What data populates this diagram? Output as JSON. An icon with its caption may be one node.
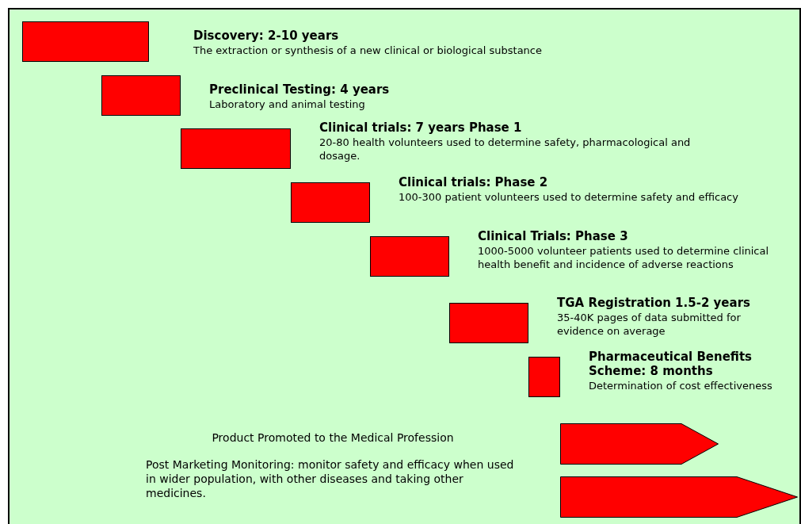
{
  "diagram": {
    "nodes": [
      {
        "text": [],
        "shape": "bar",
        "beside": [
          "Discovery: 2-10 years",
          "The extraction or synthesis of a new clinical or biological substance"
        ]
      },
      {
        "text": [],
        "shape": "bar",
        "beside": [
          "Preclinical Testing: 4 years",
          "Laboratory and animal testing"
        ]
      },
      {
        "text": [],
        "shape": "bar",
        "beside": [
          "Clinical trials: 7 years Phase 1",
          "20-80 health volunteers used to determine safety, pharmacological and dosage."
        ]
      },
      {
        "text": [],
        "shape": "bar",
        "beside": [
          "Clinical trials: Phase 2",
          "100-300 patient volunteers used to determine safety and efficacy"
        ]
      },
      {
        "text": [],
        "shape": "bar",
        "beside": [
          "Clinical Trials: Phase 3",
          "1000-5000 volunteer patients used to determine clinical health benefit and incidence of adverse reactions"
        ]
      },
      {
        "text": [],
        "shape": "bar",
        "beside": [
          "TGA Registration 1.5-2 years",
          "35-40K pages of data submitted for evidence on average"
        ]
      },
      {
        "text": [],
        "shape": "bar",
        "beside": [
          "Pharmaceutical Benefits Scheme: 8 months",
          "Determination of cost effectiveness"
        ]
      },
      {
        "text": [],
        "shape": "arrow"
      },
      {
        "text": [],
        "shape": "arrow"
      }
    ],
    "labels": [
      "Product Promoted to the Medical Profession",
      "Post Marketing Monitoring: monitor safety and efficacy when used in wider population, with other diseases and taking other medicines."
    ]
  }
}
